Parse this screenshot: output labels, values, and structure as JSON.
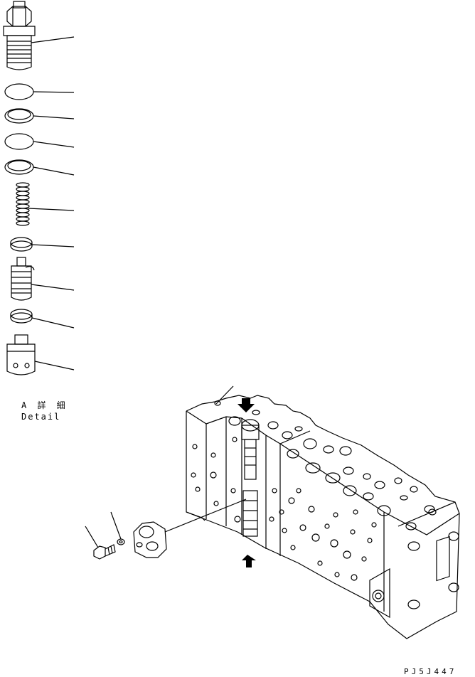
{
  "detail": {
    "label_ja": "A 詳 細",
    "label_en": "Detail"
  },
  "drawing_number": "PJ5J447",
  "exploded_parts": [
    "plug",
    "o-ring",
    "backup-ring",
    "o-ring",
    "backup-ring",
    "spring",
    "ring",
    "valve",
    "ring",
    "sleeve"
  ],
  "colors": {
    "line": "#000000",
    "background": "#ffffff"
  }
}
